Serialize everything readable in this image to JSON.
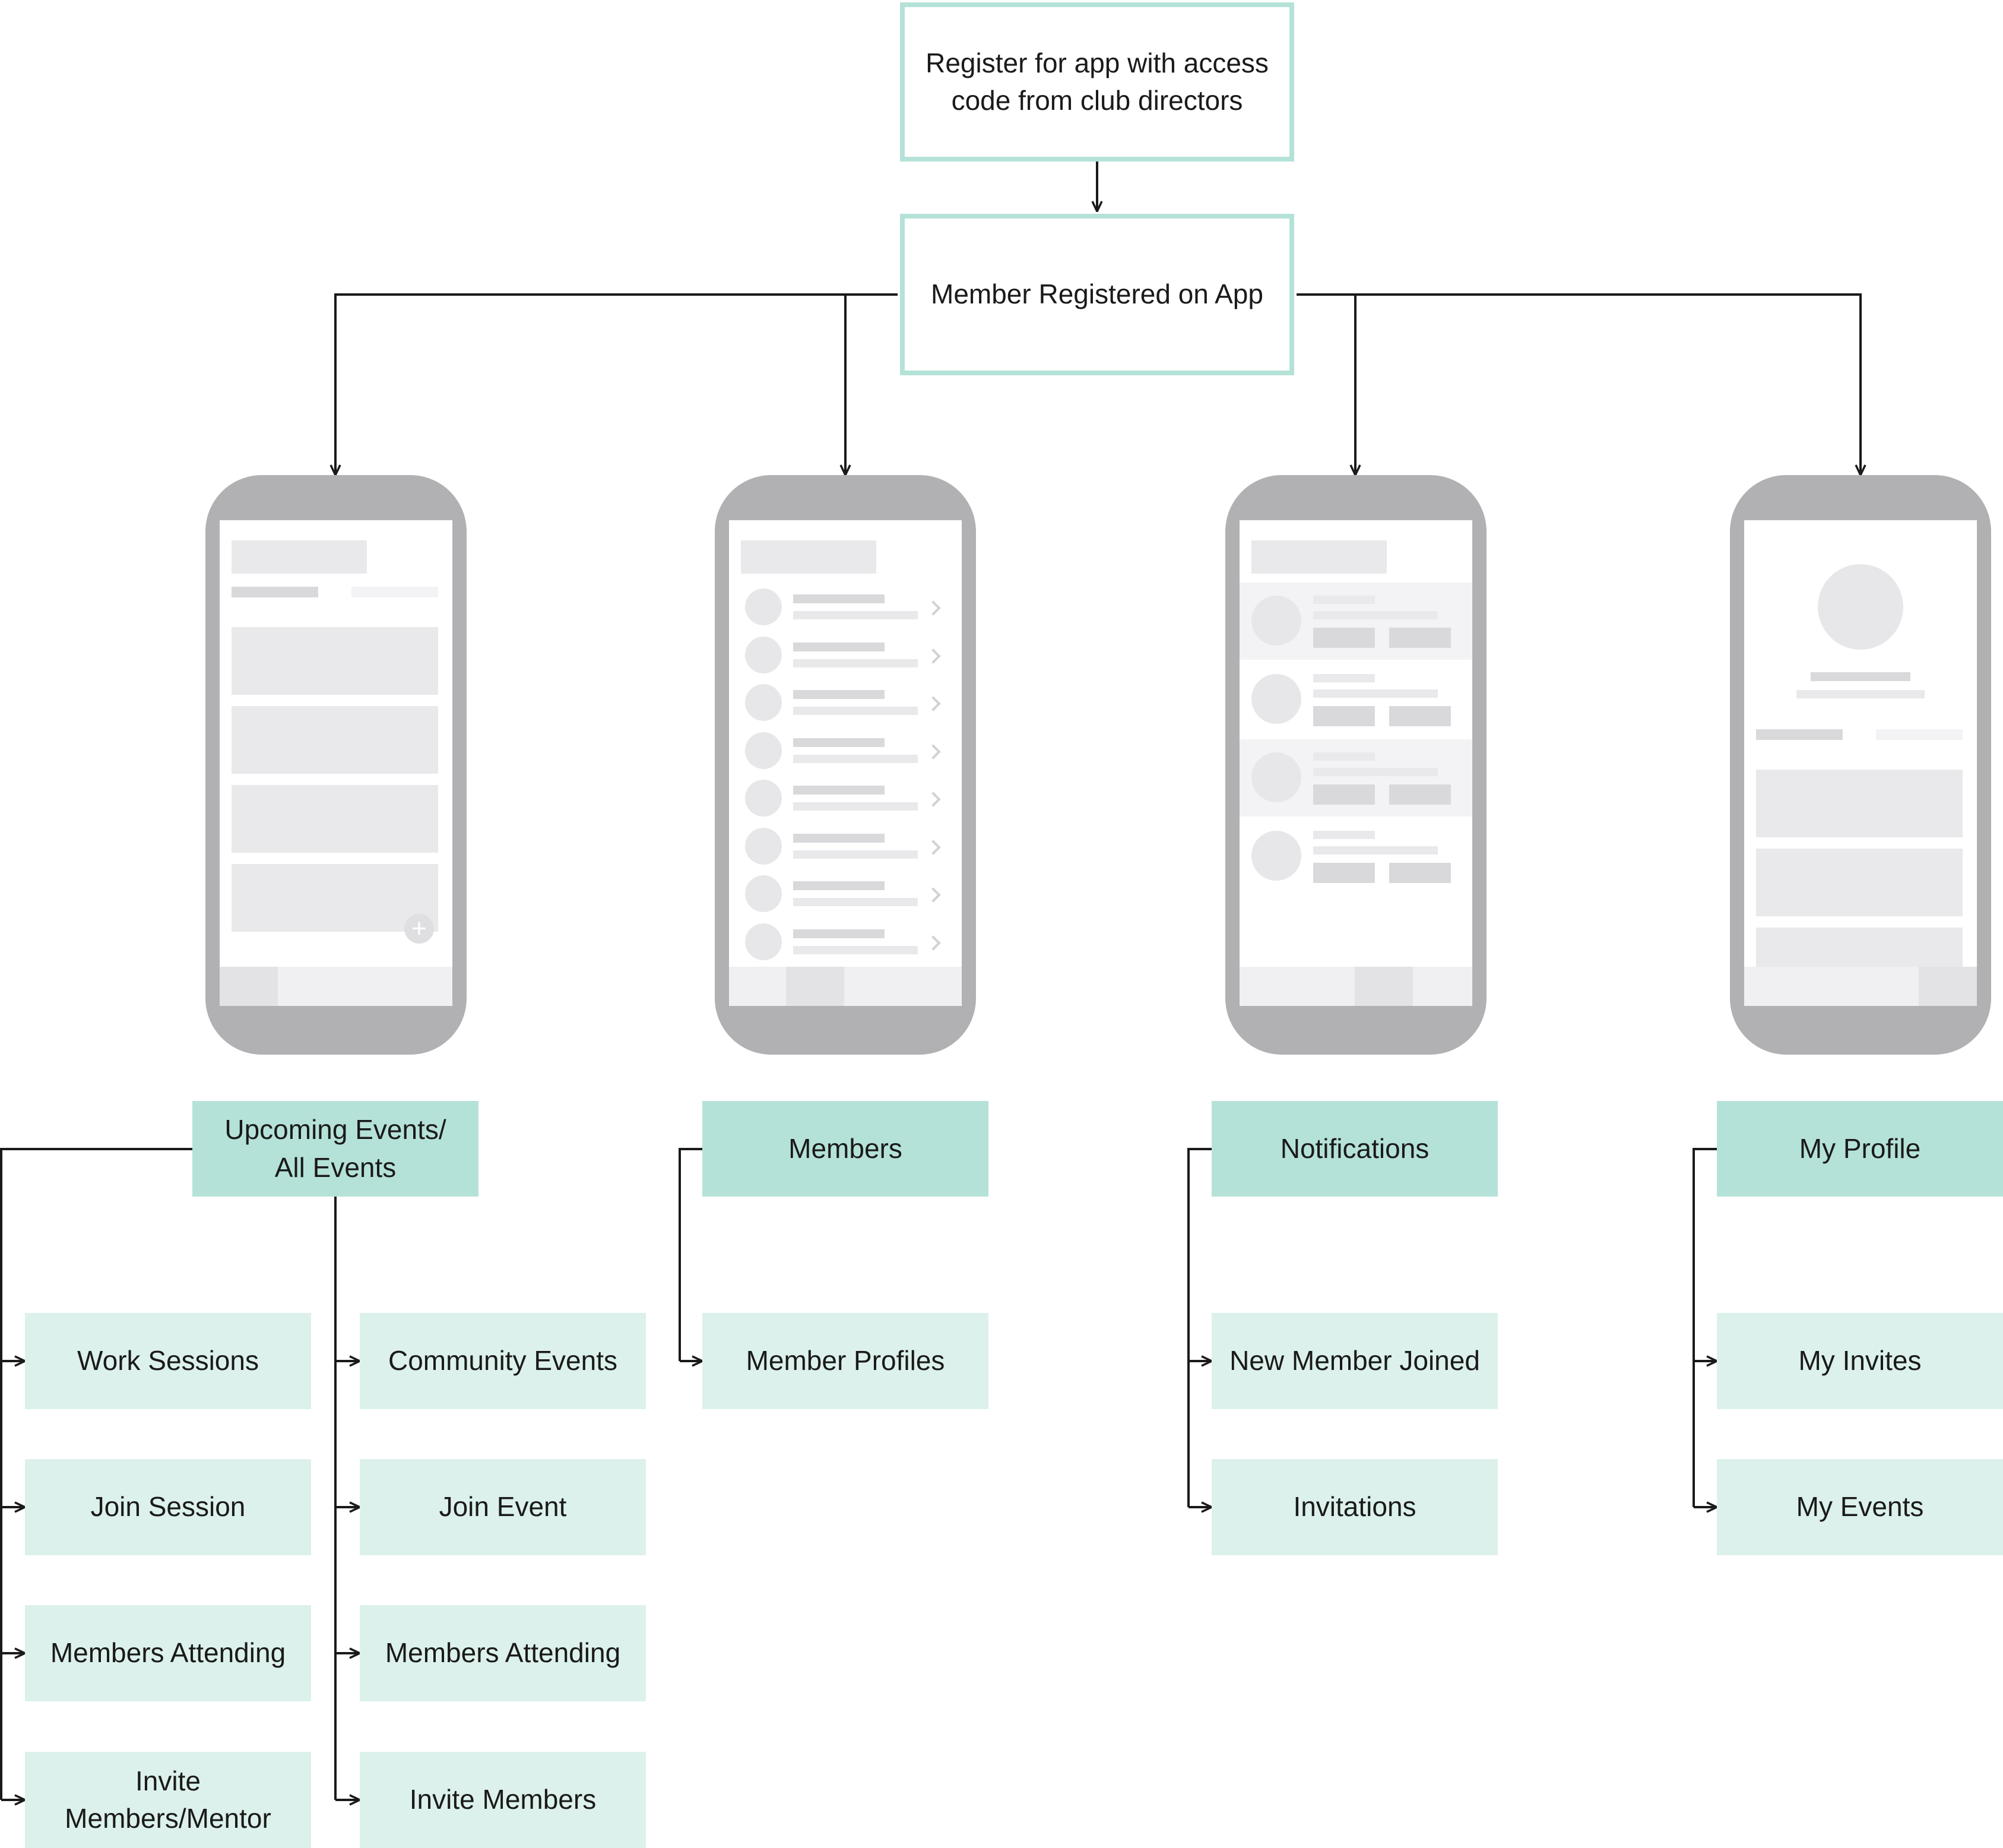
{
  "start": "Register for app with access code from club directors",
  "registered": "Member Registered on App",
  "screens": [
    {
      "name": "events-list-screen"
    },
    {
      "name": "members-list-screen"
    },
    {
      "name": "notifications-list-screen"
    },
    {
      "name": "profile-screen"
    }
  ],
  "sections": {
    "events": {
      "header": "Upcoming Events/\nAll Events",
      "left_items": [
        "Work Sessions",
        "Join Session",
        "Members Attending",
        "Invite\nMembers/Mentor"
      ],
      "right_items": [
        "Community Events",
        "Join Event",
        "Members Attending",
        "Invite Members"
      ]
    },
    "members": {
      "header": "Members",
      "items": [
        "Member Profiles"
      ]
    },
    "notifications": {
      "header": "Notifications",
      "items": [
        "New Member Joined",
        "Invitations"
      ]
    },
    "profile": {
      "header": "My Profile",
      "items": [
        "My Invites",
        "My Events"
      ]
    }
  },
  "colors": {
    "outline_border": "#b5e2d8",
    "header_fill": "#b5e2d8",
    "item_fill": "#dcf1eb",
    "phone_frame": "#b1b1b4",
    "connector": "#1a1a1a"
  }
}
